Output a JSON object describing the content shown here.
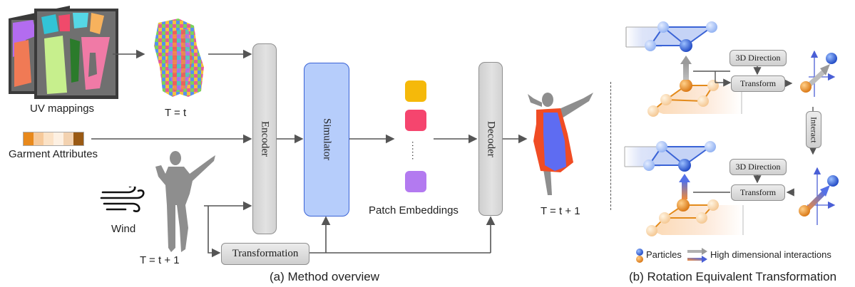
{
  "overview": {
    "uv_label": "UV mappings",
    "time_t_label": "T = t",
    "garment_label": "Garment Attributes",
    "wind_label": "Wind",
    "time_t1_body_label": "T = t + 1",
    "encoder_label": "Encoder",
    "simulator_label": "Simulator",
    "decoder_label": "Decoder",
    "transformation_label": "Transformation",
    "patch_label": "Patch Embeddings",
    "ellipsis": "......",
    "time_t1_output_label": "T = t + 1",
    "caption": "(a) Method overview",
    "attribute_colors": [
      "#e8891c",
      "#f6c99a",
      "#fbe2c6",
      "#fdf0e2",
      "#f3d2b0",
      "#9a5a14"
    ],
    "embedding_colors": [
      "#f5b90a",
      "#f5456e",
      "#b37af0"
    ],
    "simulator_color": "#b6cdfb"
  },
  "ret": {
    "direction_top": "3D Direction",
    "transform_top": "Transform",
    "interact": "Interact",
    "direction_bottom": "3D Direction",
    "transform_bottom": "Transform",
    "legend_particles": "Particles",
    "legend_interactions": "High dimensional interactions",
    "caption": "(b) Rotation Equivalent Transformation",
    "particle_blue": "#2457d6",
    "particle_orange": "#e38a1a"
  }
}
